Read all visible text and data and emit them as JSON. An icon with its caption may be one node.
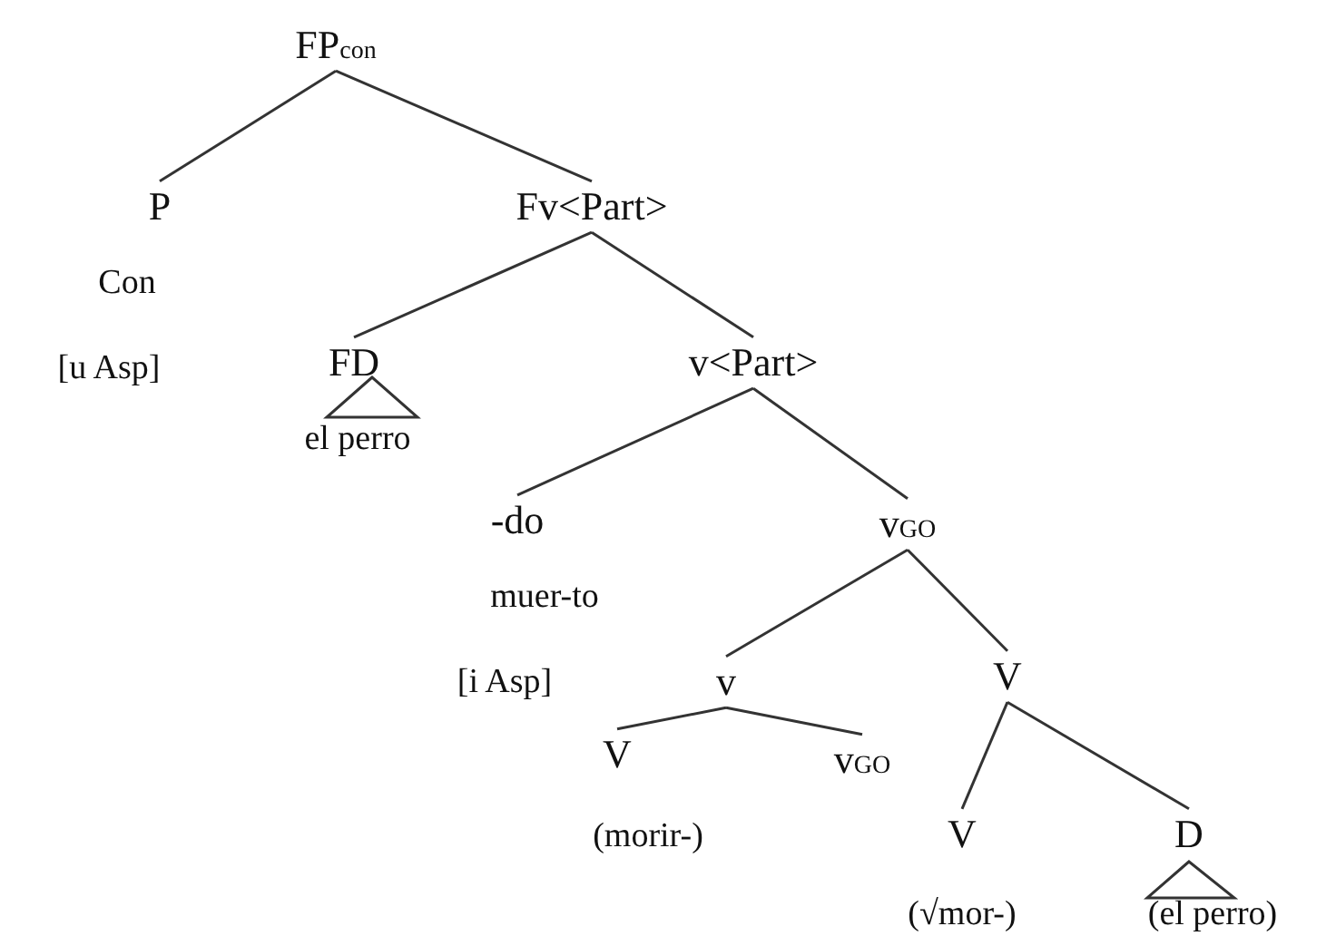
{
  "diagram": {
    "nodes": [
      {
        "text": [
          "FP$_{con}$"
        ]
      },
      {
        "text": [
          "P"
        ],
        "beside": [
          "Con",
          "[u Asp]"
        ]
      },
      {
        "text": [
          "Fv<Part>"
        ]
      },
      {
        "text": [
          "FD"
        ],
        "beside": [
          "el perro"
        ]
      },
      {
        "text": [
          "v<Part>"
        ]
      },
      {
        "text": [
          "-do"
        ],
        "beside": [
          "muer-to",
          "[i Asp]"
        ]
      },
      {
        "text": [
          "v$_{GO}$"
        ]
      },
      {
        "text": [
          "v"
        ]
      },
      {
        "text": [
          "V"
        ]
      },
      {
        "text": [
          "V"
        ],
        "beside": [
          "(morir-)"
        ]
      },
      {
        "text": [
          "v$_{GO}$"
        ]
      },
      {
        "text": [
          "V"
        ],
        "beside": [
          "(√mor-)"
        ]
      },
      {
        "text": [
          "D"
        ],
        "beside": [
          "(el perro)"
        ]
      }
    ],
    "edges": [
      {
        "from": 0,
        "to": 1,
        "arrow": "none"
      },
      {
        "from": 0,
        "to": 2,
        "arrow": "none"
      },
      {
        "from": 2,
        "to": 3,
        "arrow": "none"
      },
      {
        "from": 2,
        "to": 4,
        "arrow": "none"
      },
      {
        "from": 4,
        "to": 5,
        "arrow": "none"
      },
      {
        "from": 4,
        "to": 6,
        "arrow": "none"
      },
      {
        "from": 6,
        "to": 7,
        "arrow": "none"
      },
      {
        "from": 6,
        "to": 8,
        "arrow": "none"
      },
      {
        "from": 7,
        "to": 9,
        "arrow": "none"
      },
      {
        "from": 7,
        "to": 10,
        "arrow": "none"
      },
      {
        "from": 8,
        "to": 11,
        "arrow": "none"
      },
      {
        "from": 8,
        "to": 12,
        "arrow": "none"
      }
    ]
  }
}
